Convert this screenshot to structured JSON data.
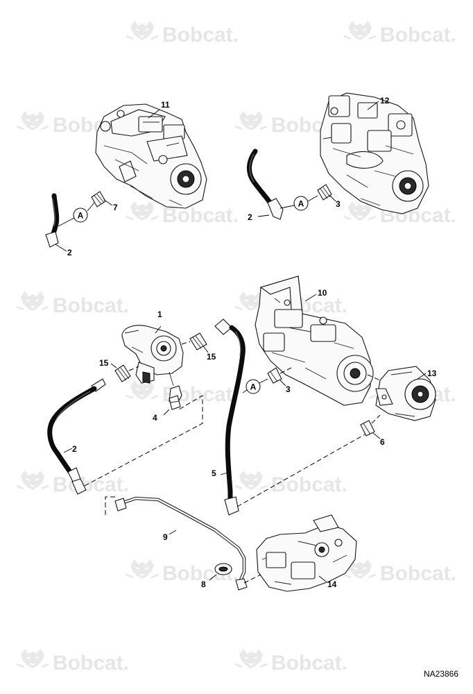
{
  "watermark": {
    "brand_text": "Bobcat.",
    "logo_icon": "bobcat-head-icon"
  },
  "callouts": {
    "p1": "1",
    "p2_top": "2",
    "p2_top_right": "2",
    "p2_mid": "2",
    "p3_top": "3",
    "p3_mid": "3",
    "p4": "4",
    "p5": "5",
    "p6": "6",
    "p7": "7",
    "p8": "8",
    "p9": "9",
    "p10": "10",
    "p11": "11",
    "p12": "12",
    "p13": "13",
    "p14": "14",
    "p15_left": "15",
    "p15_right": "15"
  },
  "connectors": {
    "a1": "A",
    "a2": "A",
    "a3": "A"
  },
  "figure_id": "NA23866"
}
